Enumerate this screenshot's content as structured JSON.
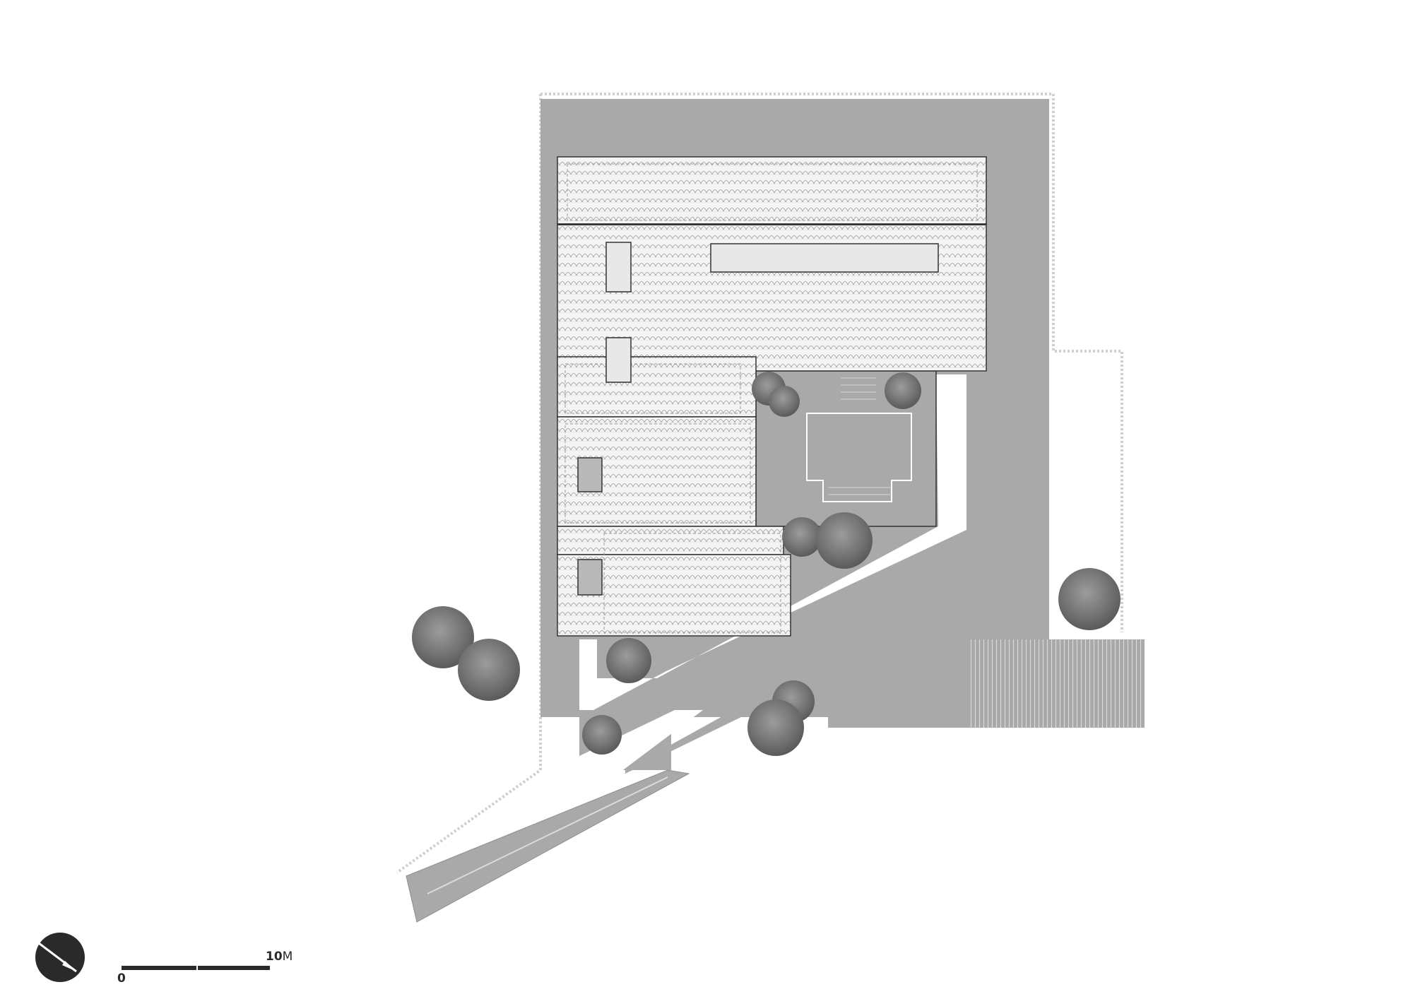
{
  "scale": {
    "zero_label": "0",
    "max_label": "10",
    "unit_label": "M"
  },
  "north_arrow": {
    "icon": "north-arrow-icon"
  },
  "colors": {
    "background": "#ffffff",
    "paving": "#a9a9a9",
    "roof": "#f4f4f4",
    "roof_line": "#8c8c8c",
    "outline": "#333333",
    "skylight": "#b8b8b8",
    "tree": "#7d7d7d",
    "path": "#ffffff"
  }
}
